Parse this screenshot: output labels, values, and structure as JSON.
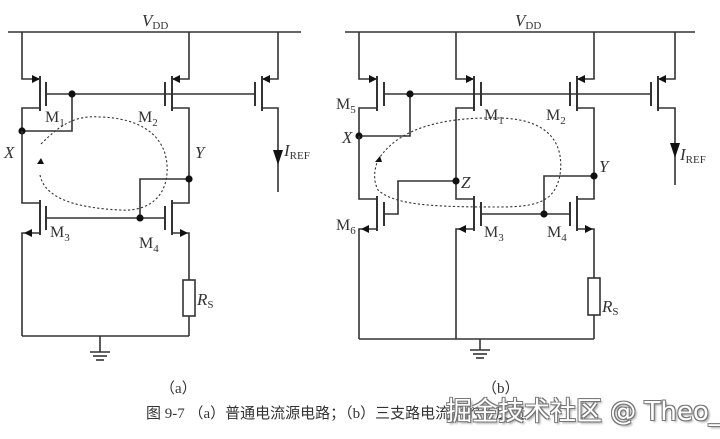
{
  "figure": {
    "caption": "图 9-7 （a）普通电流源电路；（b）三支路电流源的负反馈",
    "watermark": "掘金技术社区 @ Theo_"
  },
  "circuit_a": {
    "sublabel": "（a）",
    "supply": {
      "main": "V",
      "sub": "DD"
    },
    "transistors": [
      {
        "id": "M1",
        "main": "M",
        "sub": "1"
      },
      {
        "id": "M2",
        "main": "M",
        "sub": "2"
      },
      {
        "id": "M3",
        "main": "M",
        "sub": "3"
      },
      {
        "id": "M4",
        "main": "M",
        "sub": "4"
      }
    ],
    "nodes": {
      "x": "X",
      "y": "Y"
    },
    "current": {
      "main": "I",
      "sub": "REF"
    },
    "resistor": {
      "main": "R",
      "sub": "S"
    }
  },
  "circuit_b": {
    "sublabel": "（b）",
    "supply": {
      "main": "V",
      "sub": "DD"
    },
    "transistors": [
      {
        "id": "M5",
        "main": "M",
        "sub": "5"
      },
      {
        "id": "M1",
        "main": "M",
        "sub": "1"
      },
      {
        "id": "M2",
        "main": "M",
        "sub": "2"
      },
      {
        "id": "M6",
        "main": "M",
        "sub": "6"
      },
      {
        "id": "M3",
        "main": "M",
        "sub": "3"
      },
      {
        "id": "M4",
        "main": "M",
        "sub": "4"
      }
    ],
    "nodes": {
      "x": "X",
      "y": "Y",
      "z": "Z"
    },
    "current": {
      "main": "I",
      "sub": "REF"
    },
    "resistor": {
      "main": "R",
      "sub": "S"
    }
  }
}
